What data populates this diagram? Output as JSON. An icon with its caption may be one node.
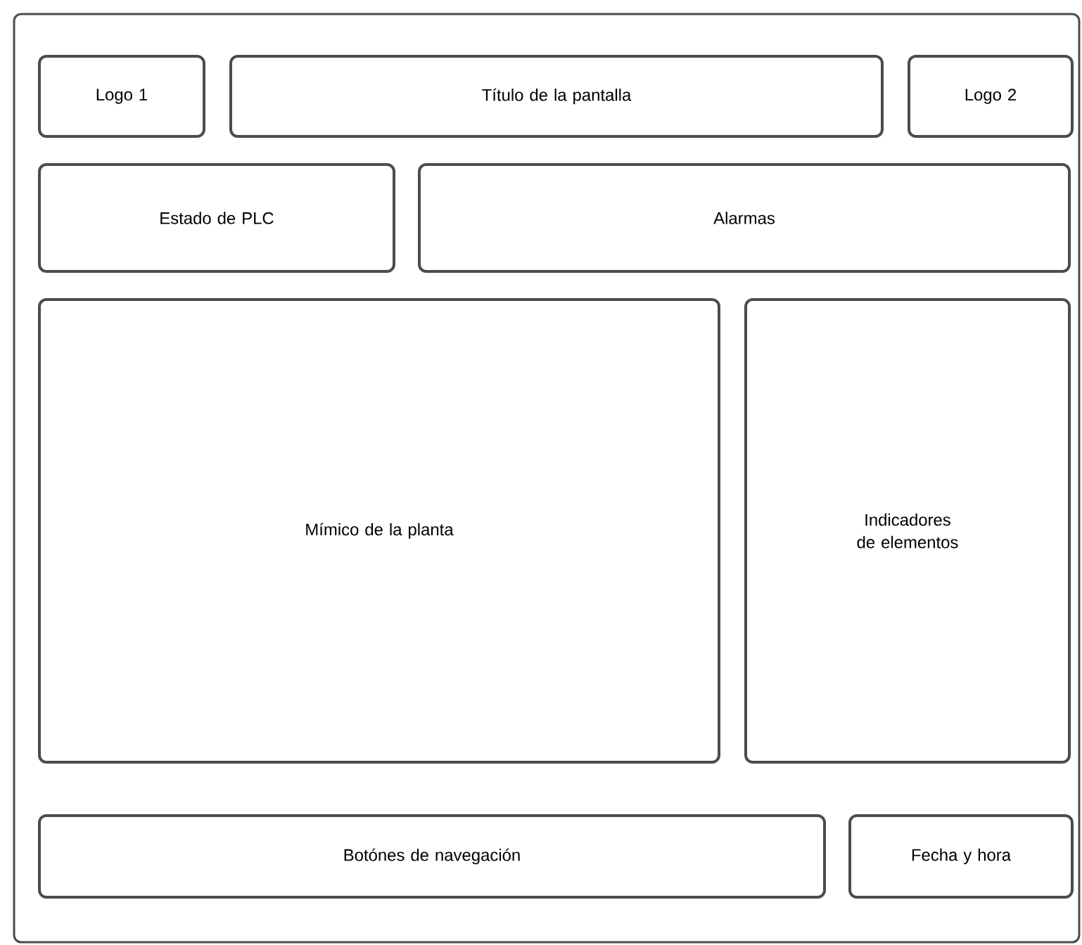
{
  "diagram": {
    "nodes": [
      {
        "text": [],
        "shape": "box"
      },
      {
        "text": [
          "Logo 1"
        ],
        "in": 0
      },
      {
        "text": [
          "Título de la pantalla"
        ],
        "in": 0
      },
      {
        "text": [
          "Logo 2"
        ],
        "in": 0
      },
      {
        "text": [
          "Estado de PLC"
        ],
        "in": 0
      },
      {
        "text": [
          "Alarmas"
        ],
        "in": 0
      },
      {
        "text": [
          "Mímico de la planta"
        ],
        "in": 0
      },
      {
        "text": [
          "Indicadores de elementos"
        ],
        "in": 0
      },
      {
        "text": [
          "Botónes de navegación"
        ],
        "in": 0
      },
      {
        "text": [
          "Fecha y hora"
        ],
        "in": 0
      }
    ]
  }
}
